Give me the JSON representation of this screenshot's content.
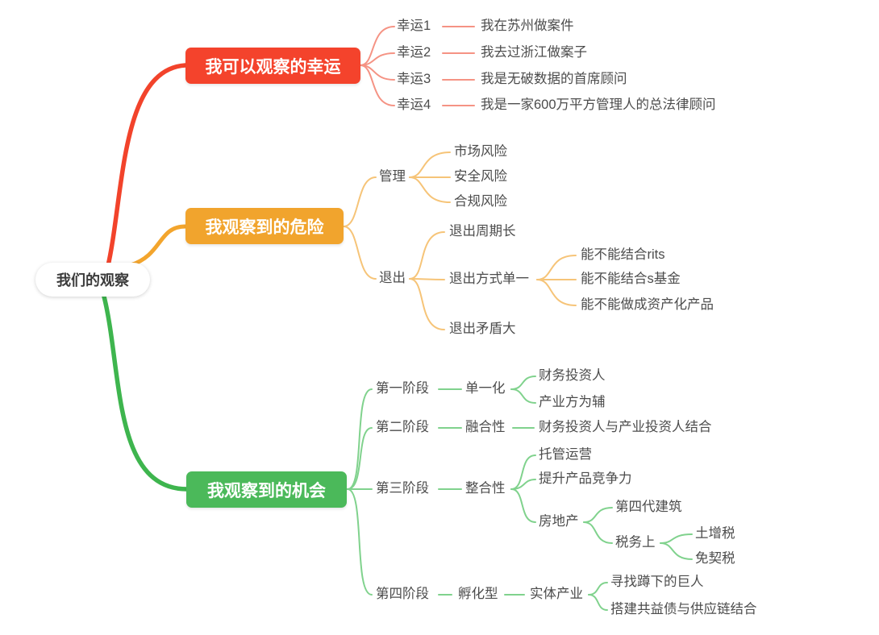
{
  "root": {
    "label": "我们的观察"
  },
  "colors": {
    "red_branch": "#f4432c",
    "red_line_main": "#f2432b",
    "red_line_thin": "#f59384",
    "orange_branch": "#f1a42d",
    "orange_line_main": "#f3a52d",
    "orange_line_thin": "#f6c478",
    "green_branch": "#4bb95a",
    "green_line_main": "#3eb54e",
    "green_line_thin": "#80d28d",
    "node_text": "#4c4c4c",
    "background": "#ffffff"
  },
  "branches": [
    {
      "label": "我可以观察的幸运",
      "children": [
        {
          "label": "幸运1",
          "children": [
            {
              "label": "我在苏州做案件"
            }
          ]
        },
        {
          "label": "幸运2",
          "children": [
            {
              "label": "我去过浙江做案子"
            }
          ]
        },
        {
          "label": "幸运3",
          "children": [
            {
              "label": "我是无破数据的首席顾问"
            }
          ]
        },
        {
          "label": "幸运4",
          "children": [
            {
              "label": "我是一家600万平方管理人的总法律顾问"
            }
          ]
        }
      ]
    },
    {
      "label": "我观察到的危险",
      "children": [
        {
          "label": "管理",
          "children": [
            {
              "label": "市场风险"
            },
            {
              "label": "安全风险"
            },
            {
              "label": "合规风险"
            }
          ]
        },
        {
          "label": "退出",
          "children": [
            {
              "label": "退出周期长"
            },
            {
              "label": "退出方式单一",
              "children": [
                {
                  "label": "能不能结合rits"
                },
                {
                  "label": "能不能结合s基金"
                },
                {
                  "label": "能不能做成资产化产品"
                }
              ]
            },
            {
              "label": "退出矛盾大"
            }
          ]
        }
      ]
    },
    {
      "label": "我观察到的机会",
      "children": [
        {
          "label": "第一阶段",
          "children": [
            {
              "label": "单一化",
              "children": [
                {
                  "label": "财务投资人"
                },
                {
                  "label": "产业方为辅"
                }
              ]
            }
          ]
        },
        {
          "label": "第二阶段",
          "children": [
            {
              "label": "融合性",
              "children": [
                {
                  "label": "财务投资人与产业投资人结合"
                }
              ]
            }
          ]
        },
        {
          "label": "第三阶段",
          "children": [
            {
              "label": "整合性",
              "children": [
                {
                  "label": "托管运营"
                },
                {
                  "label": "提升产品竞争力"
                },
                {
                  "label": "房地产",
                  "children": [
                    {
                      "label": "第四代建筑"
                    },
                    {
                      "label": "税务上",
                      "children": [
                        {
                          "label": "土增税"
                        },
                        {
                          "label": "免契税"
                        }
                      ]
                    }
                  ]
                }
              ]
            }
          ]
        },
        {
          "label": "第四阶段",
          "children": [
            {
              "label": "孵化型",
              "children": [
                {
                  "label": "实体产业",
                  "children": [
                    {
                      "label": "寻找蹲下的巨人"
                    },
                    {
                      "label": "搭建共益债与供应链结合"
                    }
                  ]
                }
              ]
            }
          ]
        }
      ]
    }
  ]
}
